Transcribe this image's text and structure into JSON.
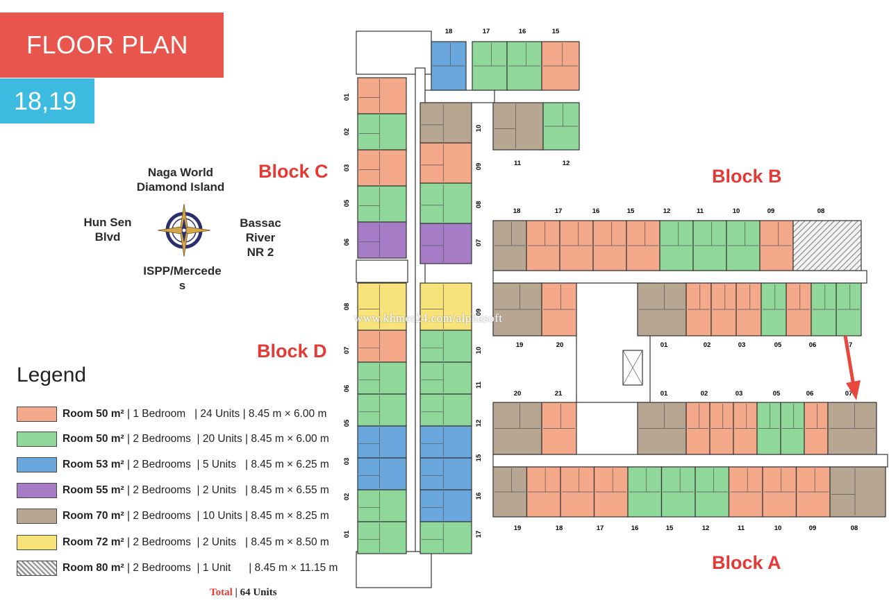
{
  "header": {
    "title": "FLOOR PLAN",
    "floors": "18,19"
  },
  "compass": {
    "north": "Naga World\nDiamond Island",
    "west": "Hun Sen\nBlvd",
    "east": "Bassac\nRiver\nNR 2",
    "south": "ISPP/Mercede\ns"
  },
  "blocks": {
    "a": "Block A",
    "b": "Block B",
    "c": "Block C",
    "d": "Block D"
  },
  "legend": {
    "title": "Legend",
    "items": [
      {
        "room": "Room 50 m²",
        "details": " | 1 Bedroom   | 24 Units | 8.45 m × 6.00 m",
        "color": "#f4a98a"
      },
      {
        "room": "Room 50 m²",
        "details": " | 2 Bedrooms  | 20 Units | 8.45 m × 6.00 m",
        "color": "#8fd89a"
      },
      {
        "room": "Room 53 m²",
        "details": " | 2 Bedrooms  | 5 Units   | 8.45 m × 6.25 m",
        "color": "#6aa7dc"
      },
      {
        "room": "Room 55 m²",
        "details": " | 2 Bedrooms  | 2 Units   | 8.45 m × 6.55 m",
        "color": "#a77cc7"
      },
      {
        "room": "Room 70 m²",
        "details": " | 2 Bedrooms  | 10 Units | 8.45 m × 8.25 m",
        "color": "#b7a692"
      },
      {
        "room": "Room 72 m²",
        "details": " | 2 Bedrooms  | 2 Units   | 8.45 m × 8.50 m",
        "color": "#f8e37a"
      },
      {
        "room": "Room 80 m²",
        "details": " | 2 Bedrooms  | 1 Unit      | 8.45 m × 11.15 m",
        "color": "hatch"
      }
    ],
    "total_label": "Total",
    "total_value": " | 64 Units"
  },
  "watermark": "www.khmer24.com/alphasoft",
  "unit_numbers": {
    "c_top": [
      "18",
      "17",
      "16",
      "15"
    ],
    "c_left": [
      "01",
      "02",
      "03",
      "05",
      "06"
    ],
    "c_right": [
      "10",
      "09",
      "08",
      "07"
    ],
    "c_bottom": [
      "11",
      "12"
    ],
    "d_left": [
      "08",
      "07",
      "06",
      "05",
      "03",
      "02",
      "01"
    ],
    "d_right": [
      "09",
      "10",
      "11",
      "12",
      "15",
      "16",
      "17"
    ],
    "b_top": [
      "18",
      "17",
      "16",
      "15",
      "12",
      "11",
      "10",
      "09",
      "08"
    ],
    "b_bottom": [
      "19",
      "20",
      "01",
      "02",
      "03",
      "05",
      "06",
      "07"
    ],
    "a_top": [
      "20",
      "21",
      "01",
      "02",
      "03",
      "05",
      "06",
      "07"
    ],
    "a_bottom": [
      "19",
      "18",
      "17",
      "16",
      "15",
      "12",
      "11",
      "10",
      "09",
      "08"
    ]
  }
}
